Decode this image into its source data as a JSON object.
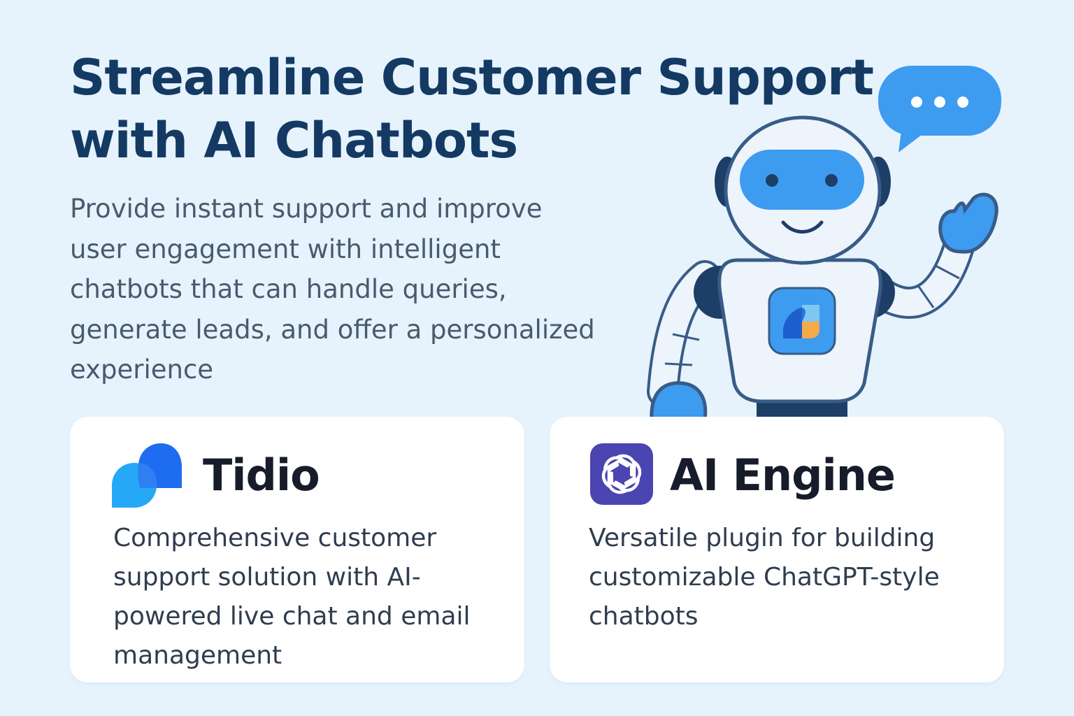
{
  "hero": {
    "title_lines": [
      "Streamline Customer Support",
      "with AI Chatbots"
    ],
    "subtitle_lines": [
      "Provide instant support and improve",
      "user engagement with intelligent",
      "chatbots that can handle queries,",
      "generate leads, and offer a personalized",
      "experience"
    ]
  },
  "illustration": {
    "robot_icon": "robot-icon",
    "bubble_icon": "speech-bubble-icon"
  },
  "cards": [
    {
      "title": "Tidio",
      "logo_icon": "tidio-logo-icon",
      "description_lines": [
        "Comprehensive customer",
        "support solution with AI-",
        "powered live chat and email",
        "management"
      ]
    },
    {
      "title": "AI Engine",
      "logo_icon": "ai-engine-logo-icon",
      "description_lines": [
        "Versatile plugin for building",
        "customizable ChatGPT-style",
        "chatbots"
      ]
    }
  ],
  "colors": {
    "background": "#e6f3fd",
    "title": "#143a63",
    "accent_blue": "#3d9bf0",
    "robot_outline": "#375c87",
    "ai_engine_logo": "#4a45b0"
  }
}
